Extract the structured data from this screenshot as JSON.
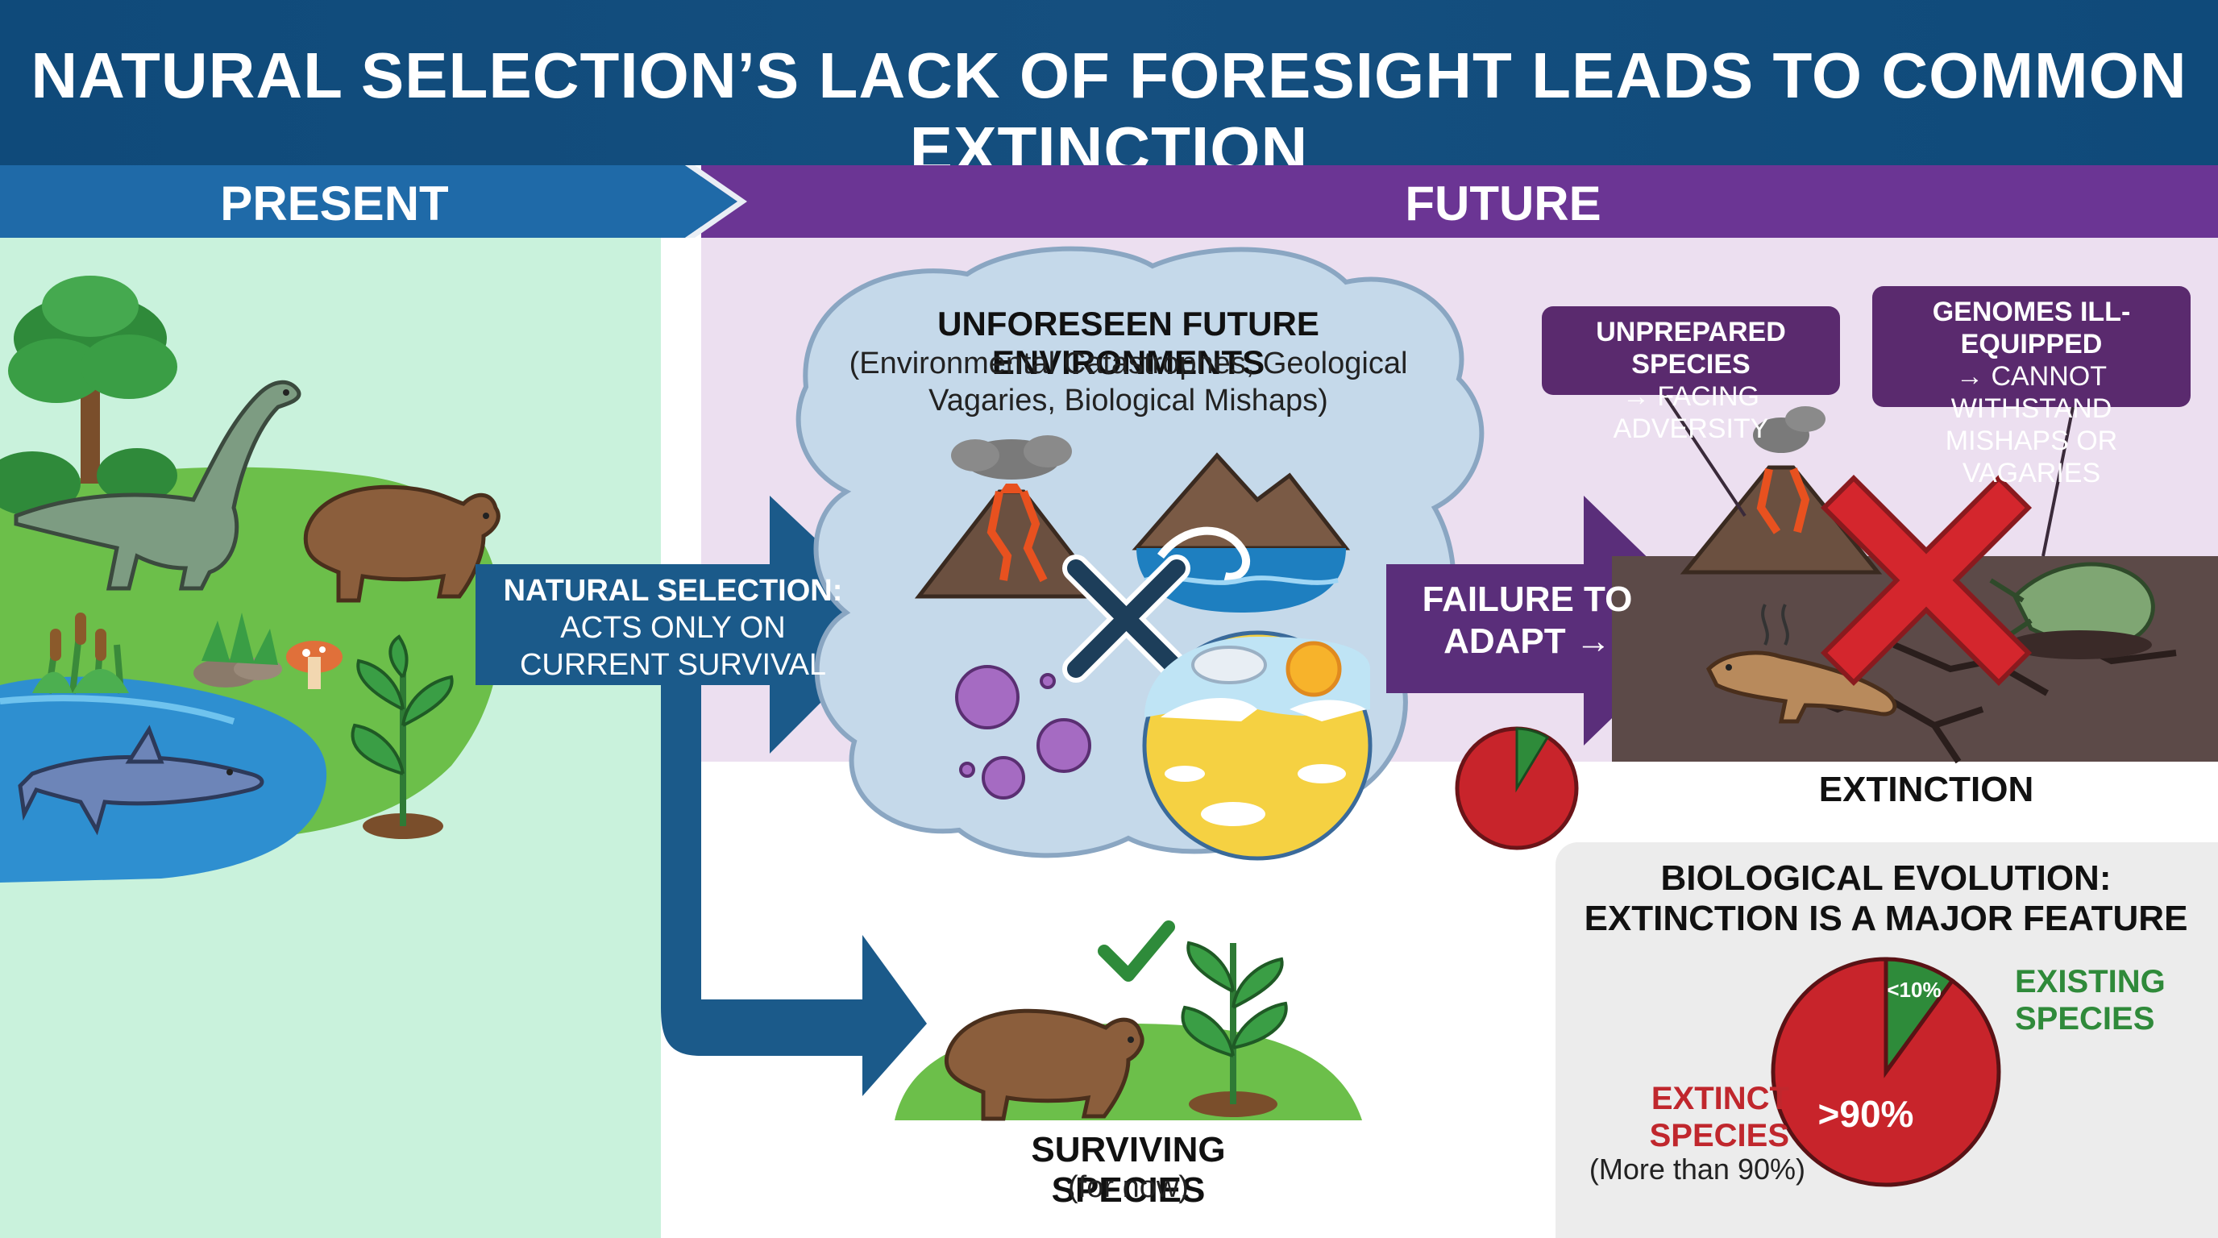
{
  "title": "NATURAL SELECTION’S LACK OF FORESIGHT LEADS TO COMMON EXTINCTION",
  "timeline": {
    "present": "PRESENT",
    "future": "FUTURE"
  },
  "natural_selection": {
    "title": "NATURAL SELECTION:",
    "line1": "ACTS ONLY ON",
    "line2": "CURRENT SURVIVAL"
  },
  "cloud": {
    "title": "UNFORESEEN FUTURE ENVIRONMENTS",
    "subtitle_line1": "(Environmental Catastrophes, Geological",
    "subtitle_line2": "Vagaries, Biological Mishaps)"
  },
  "failure": {
    "line1": "FAILURE TO",
    "line2": "ADAPT →"
  },
  "callouts": {
    "unprepared_title": "UNPREPARED SPECIES",
    "unprepared_sub": "→ FACING ADVERSITY",
    "genomes_title": "GENOMES ILL-EQUIPPED",
    "genomes_sub1": "→ CANNOT WITHSTAND",
    "genomes_sub2": "MISHAPS OR VAGARIES"
  },
  "extinction_label": "EXTINCTION",
  "surviving": {
    "title": "SURVIVING SPECIES",
    "sub": "(for now)"
  },
  "evolution_box": {
    "title_line1": "BIOLOGICAL EVOLUTION:",
    "title_line2": "EXTINCTION IS A MAJOR FEATURE"
  },
  "chart_data": {
    "type": "pie",
    "slices": [
      {
        "name": "EXTINCT SPECIES",
        "label": ">90%",
        "value": 90,
        "color": "#c8242b"
      },
      {
        "name": "EXISTING SPECIES",
        "label": "<10%",
        "value": 10,
        "color": "#2e8b3a"
      }
    ],
    "existing_label_line1": "EXISTING",
    "existing_label_line2": "SPECIES",
    "extinct_label_line1": "EXTINCT",
    "extinct_label_line2": "SPECIES",
    "extinct_note": "(More than 90%)"
  },
  "colors": {
    "title_bg": "#154f7f",
    "present": "#1f6aa8",
    "future": "#6b3594",
    "arrow": "#1b5a8a",
    "extinct_red": "#c8242b",
    "existing_green": "#2e8b3a"
  }
}
